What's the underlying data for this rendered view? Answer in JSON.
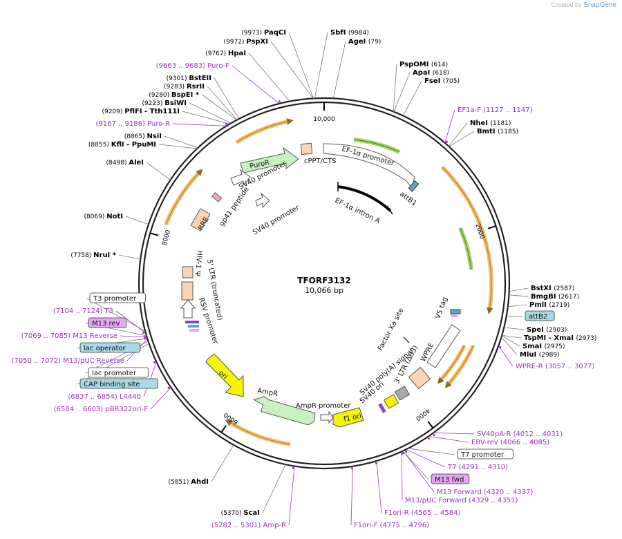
{
  "credit": {
    "prefix": "Created by",
    "brand": "SnapGene"
  },
  "plasmid": {
    "name": "TFORF3132",
    "length_label": "10,066 bp",
    "length": 10066
  },
  "colors": {
    "enzyme": "#000000",
    "primer": "#9b30c8",
    "feature_box": "#a9d8e6",
    "primer_box": "#e2a8f0"
  },
  "ticks": [
    {
      "pos": 0,
      "label": "10,000"
    },
    {
      "pos": 2000,
      "label": "2000"
    },
    {
      "pos": 4000,
      "label": "4000"
    },
    {
      "pos": 6000,
      "label": "6000"
    },
    {
      "pos": 8000,
      "label": "8000"
    }
  ],
  "enzymes": [
    {
      "pos": 9973,
      "text": "(9973)  PaqCI"
    },
    {
      "pos": 9972,
      "text": "(9972)  PspXI"
    },
    {
      "pos": 9984,
      "text": "SbfI   (9984)"
    },
    {
      "pos": 79,
      "text": "AgeI   (79)"
    },
    {
      "pos": 9767,
      "text": "(9767)  HpaI"
    },
    {
      "pos": 9301,
      "text": "(9301)  BstEII"
    },
    {
      "pos": 9283,
      "text": "(9283)  RsrII"
    },
    {
      "pos": 9280,
      "text": "(9280)  BspEI *"
    },
    {
      "pos": 9223,
      "text": "(9223)  BsiWI"
    },
    {
      "pos": 9209,
      "text": "(9209)  PflFI  - Tth111I"
    },
    {
      "pos": 8865,
      "text": "(8865)  NsiI"
    },
    {
      "pos": 8855,
      "text": "(8855)  KflI  - PpuMI"
    },
    {
      "pos": 8498,
      "text": "(8498)  AleI"
    },
    {
      "pos": 8069,
      "text": "(8069)  NotI"
    },
    {
      "pos": 7758,
      "text": "(7758)  NruI *"
    },
    {
      "pos": 614,
      "text": "PspOMI   (614)"
    },
    {
      "pos": 618,
      "text": "ApaI   (618)"
    },
    {
      "pos": 705,
      "text": "FseI   (705)"
    },
    {
      "pos": 1181,
      "text": "NheI   (1181)"
    },
    {
      "pos": 1185,
      "text": "BmtI   (1185)"
    },
    {
      "pos": 2587,
      "text": "BstXI   (2587)"
    },
    {
      "pos": 2617,
      "text": "BmgBI   (2617)"
    },
    {
      "pos": 2719,
      "text": "PmlI   (2719)"
    },
    {
      "pos": 2903,
      "text": "SpeI   (2903)"
    },
    {
      "pos": 2973,
      "text": "TspMI  - XmaI   (2973)"
    },
    {
      "pos": 2975,
      "text": "SmaI   (2975)"
    },
    {
      "pos": 2989,
      "text": "MluI   (2989)"
    },
    {
      "pos": 5851,
      "text": "(5851)  AhdI"
    },
    {
      "pos": 5370,
      "text": "(5370)  ScaI"
    }
  ],
  "primers": [
    {
      "pos": 9673,
      "text": "(9663 .. 9683)  Puro-F"
    },
    {
      "pos": 9177,
      "text": "(9167 .. 9186)  Puro-R"
    },
    {
      "pos": 1137,
      "text": "EF1a-F   (1127 .. 1147)"
    },
    {
      "pos": 3067,
      "text": "WPRE-R   (3057 .. 3077)"
    },
    {
      "pos": 4021,
      "text": "SV40pA-R   (4012 .. 4031)"
    },
    {
      "pos": 4075,
      "text": "EBV-rev   (4066 .. 4085)"
    },
    {
      "pos": 4300,
      "text": "T7   (4291 .. 4310)"
    },
    {
      "pos": 4328,
      "text": "M13 Forward   (4320 .. 4337)"
    },
    {
      "pos": 4340,
      "text": "M13/pUC Forward   (4329 .. 4351)"
    },
    {
      "pos": 4574,
      "text": "F1ori-R   (4565 .. 4584)"
    },
    {
      "pos": 4785,
      "text": "F1ori-F   (4775 .. 4796)"
    },
    {
      "pos": 5291,
      "text": "(5282 .. 5301)  Amp-R"
    },
    {
      "pos": 6593,
      "text": "(6584 .. 6603)  pBR322ori-F"
    },
    {
      "pos": 6845,
      "text": "(6837 .. 6854)  L4440"
    },
    {
      "pos": 7061,
      "text": "(7050 .. 7072)  M13/pUC Reverse"
    },
    {
      "pos": 7077,
      "text": "(7069 .. 7085)  M13 Reverse"
    },
    {
      "pos": 7114,
      "text": "(7104 .. 7124)  T3"
    }
  ],
  "boxed_labels": [
    {
      "pos": 2800,
      "text": "attB2",
      "style": "feature"
    },
    {
      "pos": 4280,
      "text": "T7 promoter",
      "style": "plain"
    },
    {
      "pos": 4330,
      "text": "M13 fwd",
      "style": "primer"
    },
    {
      "pos": 7130,
      "text": "T3 promoter",
      "style": "plain"
    },
    {
      "pos": 7090,
      "text": "M13 rev",
      "style": "primer"
    },
    {
      "pos": 7065,
      "text": "lac operator",
      "style": "feature"
    },
    {
      "pos": 7040,
      "text": "lac promoter",
      "style": "plain"
    },
    {
      "pos": 7020,
      "text": "CAP binding site",
      "style": "feature"
    }
  ],
  "features": [
    {
      "text": "EF-1α promoter"
    },
    {
      "text": "attB1"
    },
    {
      "text": "EF-1α intron A"
    },
    {
      "text": "cPPT/CTS"
    },
    {
      "text": "PuroR"
    },
    {
      "text": "SV40 promoter"
    },
    {
      "text": "SV40 promoter"
    },
    {
      "text": "gp41 peptide"
    },
    {
      "text": "RRE"
    },
    {
      "text": "HIV-1 Ψ"
    },
    {
      "text": "5' LTR (truncated)"
    },
    {
      "text": "RSV promoter"
    },
    {
      "text": "V5 tag"
    },
    {
      "text": "Factor Xa site"
    },
    {
      "text": "WPRE"
    },
    {
      "text": "3' LTR (ΔU3)"
    },
    {
      "text": "SV40 poly(A) signal"
    },
    {
      "text": "SV40 ori"
    },
    {
      "text": "f1 ori"
    },
    {
      "text": "AmpR promoter"
    },
    {
      "text": "AmpR"
    },
    {
      "text": "ori"
    }
  ]
}
